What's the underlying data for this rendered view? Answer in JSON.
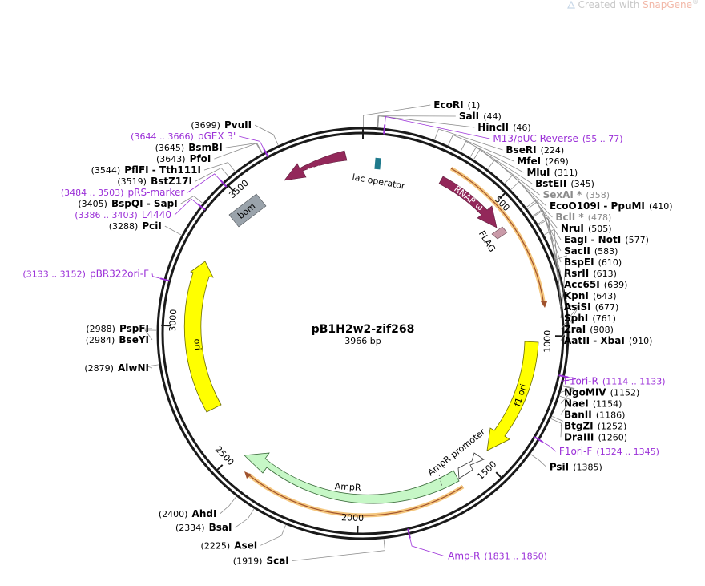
{
  "watermark": {
    "prefix": "Created with ",
    "brand": "SnapGene",
    "mark": "®"
  },
  "plasmid": {
    "name": "pB1H2w2-zif268",
    "length_label": "3966 bp",
    "length": 3966
  },
  "ticks": [
    {
      "pos": 500,
      "label": "500"
    },
    {
      "pos": 1000,
      "label": "1000"
    },
    {
      "pos": 1500,
      "label": "1500"
    },
    {
      "pos": 2000,
      "label": "2000"
    },
    {
      "pos": 2500,
      "label": "2500"
    },
    {
      "pos": 3000,
      "label": "3000"
    },
    {
      "pos": 3500,
      "label": "3500"
    }
  ],
  "sites": [
    {
      "name": "EcoRI",
      "pos": "(1)",
      "bp": 1,
      "side": "right",
      "gray": false
    },
    {
      "name": "SalI",
      "pos": "(44)",
      "bp": 44,
      "side": "right",
      "gray": false
    },
    {
      "name": "HincII",
      "pos": "(46)",
      "bp": 46,
      "side": "right",
      "gray": false
    },
    {
      "name": "BseRI",
      "pos": "(224)",
      "bp": 224,
      "side": "right",
      "gray": false
    },
    {
      "name": "MfeI",
      "pos": "(269)",
      "bp": 269,
      "side": "right",
      "gray": false
    },
    {
      "name": "MluI",
      "pos": "(311)",
      "bp": 311,
      "side": "right",
      "gray": false
    },
    {
      "name": "BstEII",
      "pos": "(345)",
      "bp": 345,
      "side": "right",
      "gray": false
    },
    {
      "name": "SexAI *",
      "pos": "(358)",
      "bp": 358,
      "side": "right",
      "gray": true
    },
    {
      "name": "EcoO109I - PpuMI",
      "pos": "(410)",
      "bp": 410,
      "side": "right",
      "gray": false
    },
    {
      "name": "BclI *",
      "pos": "(478)",
      "bp": 478,
      "side": "right",
      "gray": true
    },
    {
      "name": "NruI",
      "pos": "(505)",
      "bp": 505,
      "side": "right",
      "gray": false
    },
    {
      "name": "EagI - NotI",
      "pos": "(577)",
      "bp": 577,
      "side": "right",
      "gray": false
    },
    {
      "name": "SacII",
      "pos": "(583)",
      "bp": 583,
      "side": "right",
      "gray": false
    },
    {
      "name": "BspEI",
      "pos": "(610)",
      "bp": 610,
      "side": "right",
      "gray": false
    },
    {
      "name": "RsrII",
      "pos": "(613)",
      "bp": 613,
      "side": "right",
      "gray": false
    },
    {
      "name": "Acc65I",
      "pos": "(639)",
      "bp": 639,
      "side": "right",
      "gray": false
    },
    {
      "name": "KpnI",
      "pos": "(643)",
      "bp": 643,
      "side": "right",
      "gray": false
    },
    {
      "name": "AsiSI",
      "pos": "(677)",
      "bp": 677,
      "side": "right",
      "gray": false
    },
    {
      "name": "SphI",
      "pos": "(761)",
      "bp": 761,
      "side": "right",
      "gray": false
    },
    {
      "name": "ZraI",
      "pos": "(908)",
      "bp": 908,
      "side": "right",
      "gray": false
    },
    {
      "name": "AatII - XbaI",
      "pos": "(910)",
      "bp": 910,
      "side": "right",
      "gray": false
    },
    {
      "name": "NgoMIV",
      "pos": "(1152)",
      "bp": 1152,
      "side": "right",
      "gray": false
    },
    {
      "name": "NaeI",
      "pos": "(1154)",
      "bp": 1154,
      "side": "right",
      "gray": false
    },
    {
      "name": "BanII",
      "pos": "(1186)",
      "bp": 1186,
      "side": "right",
      "gray": false
    },
    {
      "name": "BtgZI",
      "pos": "(1252)",
      "bp": 1252,
      "side": "right",
      "gray": false
    },
    {
      "name": "DraIII",
      "pos": "(1260)",
      "bp": 1260,
      "side": "right",
      "gray": false
    },
    {
      "name": "PsiI",
      "pos": "(1385)",
      "bp": 1385,
      "side": "right",
      "gray": false
    },
    {
      "name": "ScaI",
      "pos": "(1919)",
      "bp": 1919,
      "side": "left",
      "gray": false
    },
    {
      "name": "AseI",
      "pos": "(2225)",
      "bp": 2225,
      "side": "left",
      "gray": false
    },
    {
      "name": "BsaI",
      "pos": "(2334)",
      "bp": 2334,
      "side": "left",
      "gray": false
    },
    {
      "name": "AhdI",
      "pos": "(2400)",
      "bp": 2400,
      "side": "left",
      "gray": false
    },
    {
      "name": "AlwNI",
      "pos": "(2879)",
      "bp": 2879,
      "side": "left",
      "gray": false
    },
    {
      "name": "BseYI",
      "pos": "(2984)",
      "bp": 2984,
      "side": "left",
      "gray": false
    },
    {
      "name": "PspFI",
      "pos": "(2988)",
      "bp": 2988,
      "side": "left",
      "gray": false
    },
    {
      "name": "PciI",
      "pos": "(3288)",
      "bp": 3288,
      "side": "left",
      "gray": false
    },
    {
      "name": "BspQI - SapI",
      "pos": "(3405)",
      "bp": 3405,
      "side": "left",
      "gray": false
    },
    {
      "name": "BstZ17I",
      "pos": "(3519)",
      "bp": 3519,
      "side": "left",
      "gray": false
    },
    {
      "name": "PflFI - Tth111I",
      "pos": "(3544)",
      "bp": 3544,
      "side": "left",
      "gray": false
    },
    {
      "name": "PfoI",
      "pos": "(3643)",
      "bp": 3643,
      "side": "left",
      "gray": false
    },
    {
      "name": "BsmBI",
      "pos": "(3645)",
      "bp": 3645,
      "side": "left",
      "gray": false
    },
    {
      "name": "PvuII",
      "pos": "(3699)",
      "bp": 3699,
      "side": "left",
      "gray": false
    }
  ],
  "primers": [
    {
      "name": "M13/pUC Reverse",
      "pos": "(55 .. 77)",
      "bp": 66,
      "side": "right"
    },
    {
      "name": "F1ori-R",
      "pos": "(1114 .. 1133)",
      "bp": 1124,
      "side": "right"
    },
    {
      "name": "F1ori-F",
      "pos": "(1324 .. 1345)",
      "bp": 1334,
      "side": "right"
    },
    {
      "name": "Amp-R",
      "pos": "(1831 .. 1850)",
      "bp": 1840,
      "side": "right"
    },
    {
      "name": "pBR322ori-F",
      "pos": "(3133 .. 3152)",
      "bp": 3142,
      "side": "left"
    },
    {
      "name": "L4440",
      "pos": "(3386 .. 3403)",
      "bp": 3394,
      "side": "left"
    },
    {
      "name": "pRS-marker",
      "pos": "(3484 .. 3503)",
      "bp": 3493,
      "side": "left"
    },
    {
      "name": "pGEX 3'",
      "pos": "(3644 .. 3666)",
      "bp": 3655,
      "side": "left"
    }
  ],
  "features": [
    {
      "name": "lac operator",
      "color": "#1f7a8c"
    },
    {
      "name": "rop",
      "color": "#93285a"
    },
    {
      "name": "RNAP ω",
      "color": "#93285a"
    },
    {
      "name": "FLAG",
      "color": "#c99aa8"
    },
    {
      "name": "bom",
      "color": "#9aa3ab"
    },
    {
      "name": "ori",
      "color": "#ffff00"
    },
    {
      "name": "f1 ori",
      "color": "#ffff00"
    },
    {
      "name": "AmpR",
      "color": "#c6f7c6"
    },
    {
      "name": "AmpR promoter",
      "color": "#ffffff"
    }
  ],
  "colors": {
    "primer": "#9b30d8",
    "backbone": "#1a1a1a",
    "orf_highlight": "#f5c77e",
    "orf_line": "#a0522d"
  }
}
